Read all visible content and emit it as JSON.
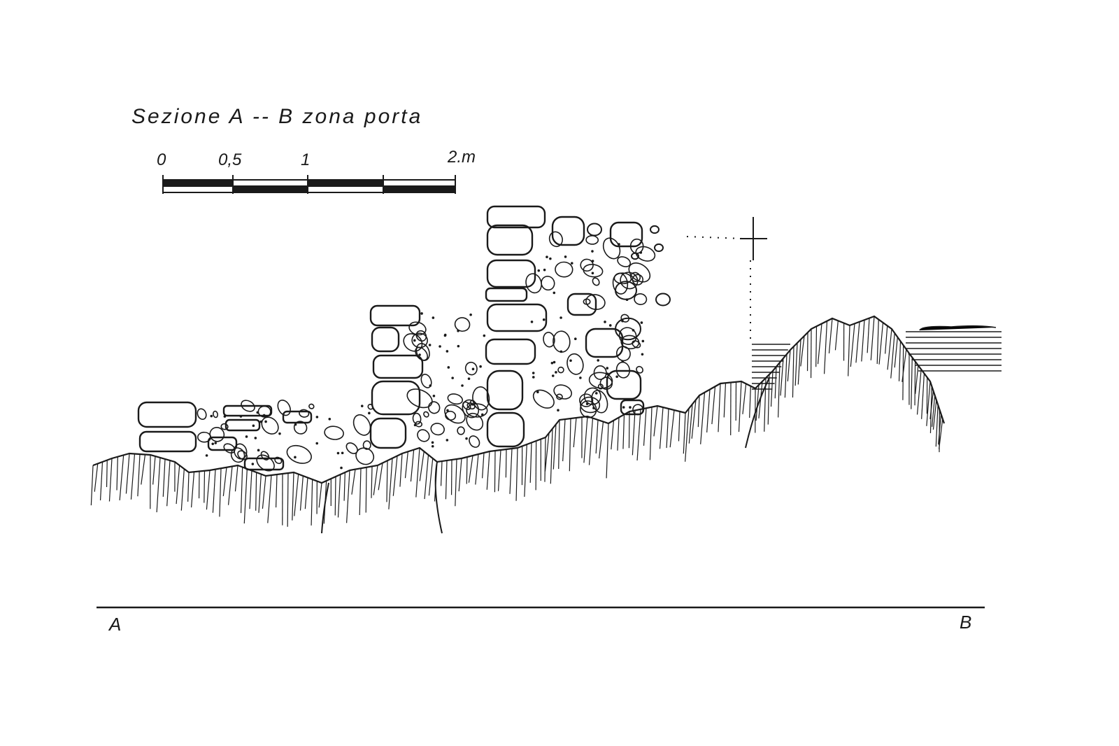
{
  "title": "Sezione A -- B  zona porta",
  "scale_bar": {
    "labels": [
      "0",
      "0,5",
      "1",
      "2.m"
    ],
    "unit": "m"
  },
  "section_line": {
    "start_label": "A",
    "end_label": "B"
  },
  "colors": {
    "ink": "#1a1a1a",
    "paper": "#ffffff"
  }
}
